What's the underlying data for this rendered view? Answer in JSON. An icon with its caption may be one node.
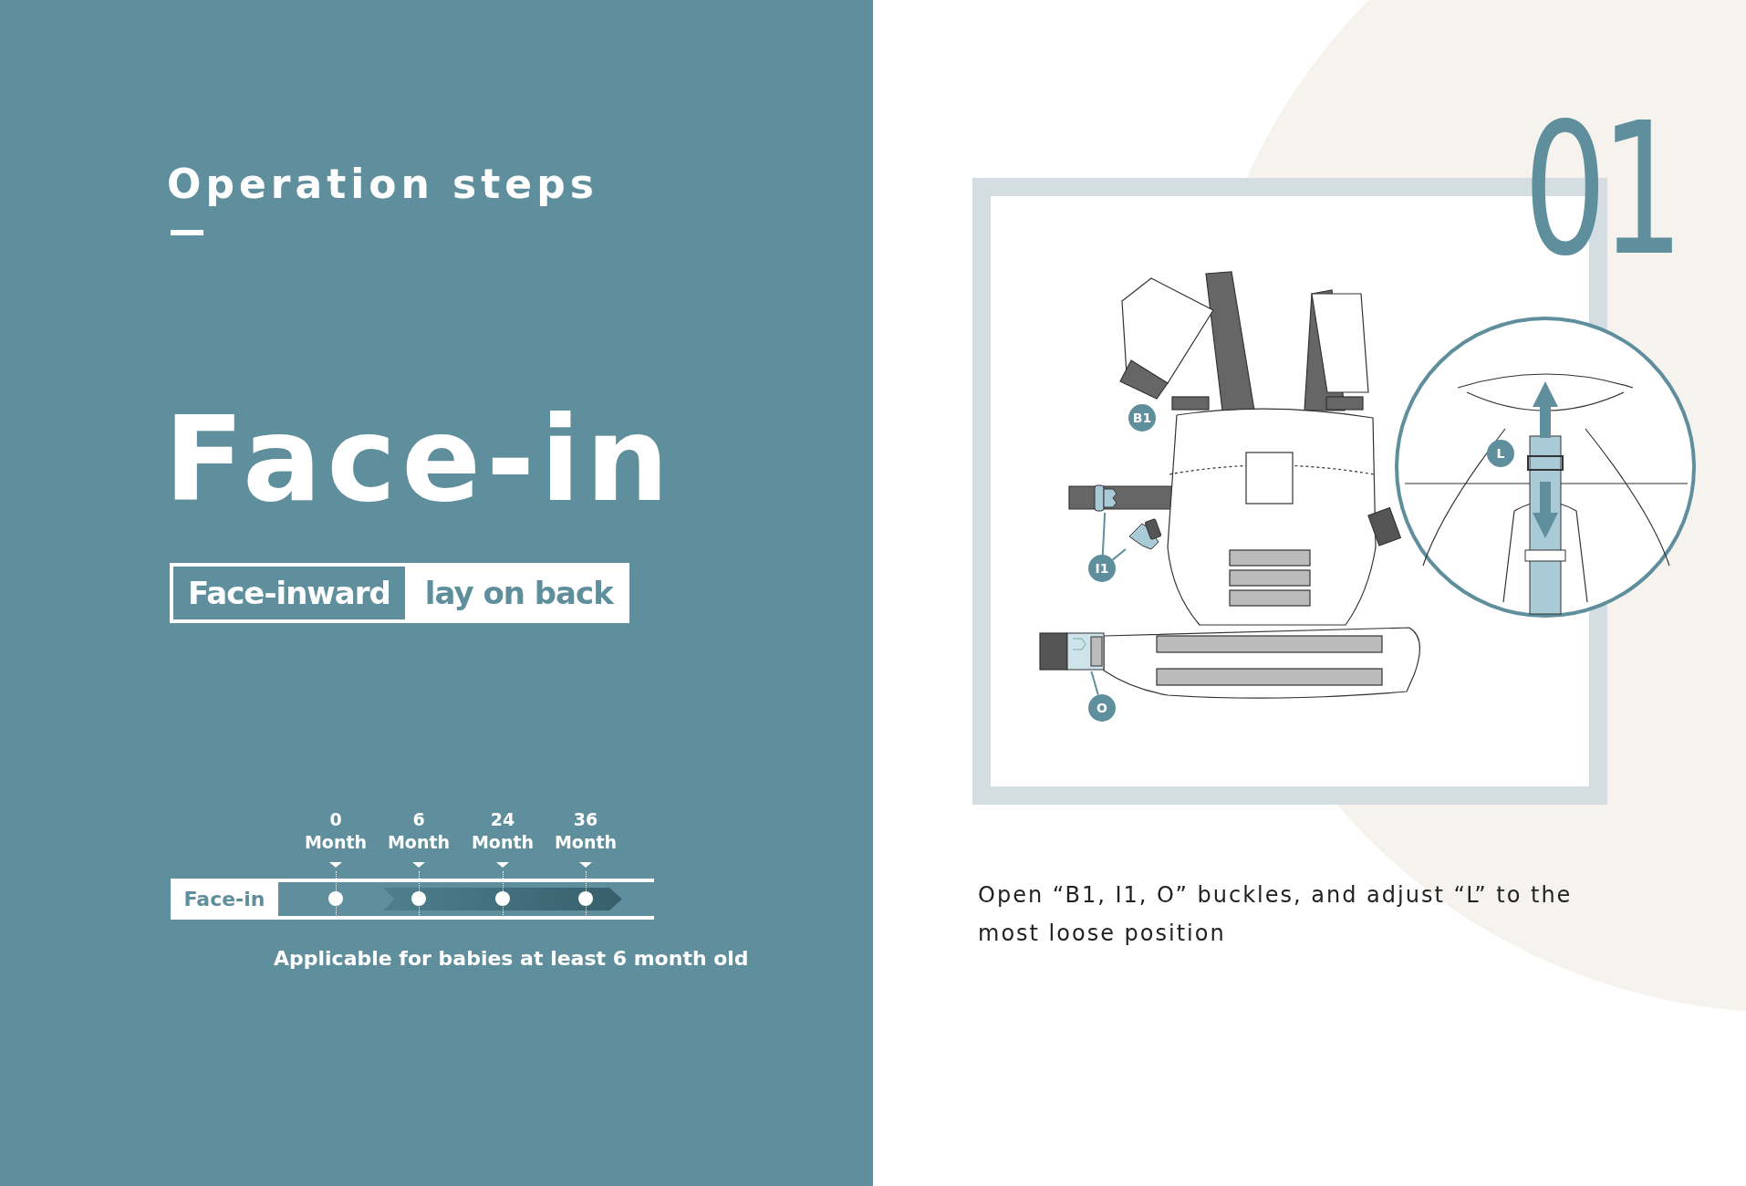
{
  "diagram": {
    "title": "Operation steps",
    "nodes": [
      {
        "text": [
          "I1"
        ]
      },
      {
        "text": [],
        "shape": "picture"
      },
      {
        "text": [],
        "shape": "picture"
      },
      {
        "text": [
          "O"
        ]
      },
      {
        "text": [],
        "shape": "picture"
      },
      {
        "text": [
          "B1"
        ]
      },
      {
        "text": [
          "L"
        ]
      }
    ],
    "edges": [
      {
        "from": 0,
        "to": 1,
        "arrow": "none"
      },
      {
        "from": 0,
        "to": 2,
        "arrow": "none"
      },
      {
        "from": 3,
        "to": 4,
        "arrow": "none"
      }
    ],
    "labels": [
      "Face-in",
      "Face-inward",
      "lay on back",
      "0 Month",
      "6 Month",
      "24 Month",
      "36 Month",
      "Face-in",
      "Applicable for babies at least 6 month old",
      "01",
      "Open “B1, I1, O” buckles, and adjust “L” to the most loose position"
    ]
  }
}
